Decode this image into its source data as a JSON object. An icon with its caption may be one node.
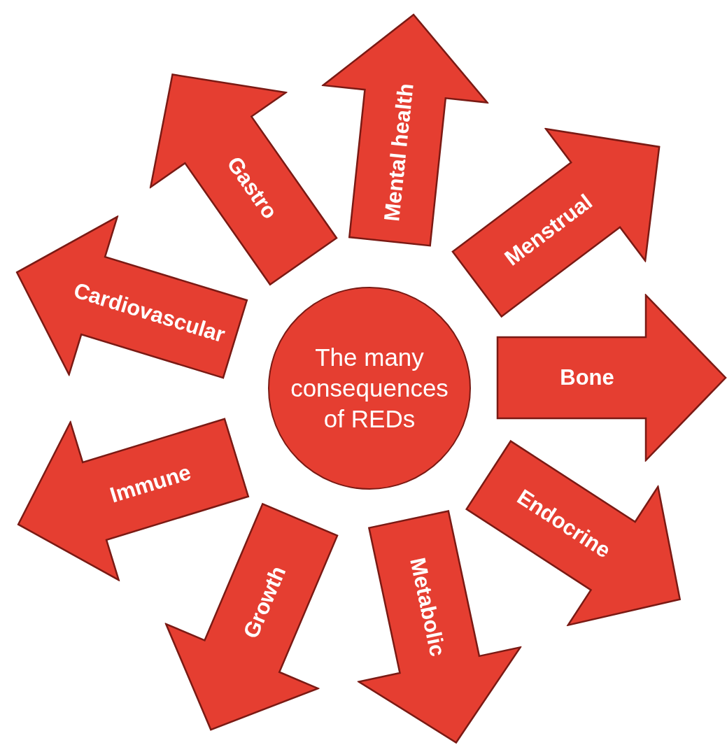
{
  "diagram": {
    "nodes": [
      {
        "text": [
          "The many consequences of REDs"
        ]
      },
      {
        "text": [
          "Mental health"
        ]
      },
      {
        "text": [
          "Menstrual"
        ]
      },
      {
        "text": [
          "Bone"
        ]
      },
      {
        "text": [
          "Endocrine"
        ]
      },
      {
        "text": [
          "Metabolic"
        ]
      },
      {
        "text": [
          "Growth"
        ]
      },
      {
        "text": [
          "Immune"
        ]
      },
      {
        "text": [
          "Cardiovascular"
        ]
      },
      {
        "text": [
          "Gastro"
        ]
      }
    ]
  }
}
